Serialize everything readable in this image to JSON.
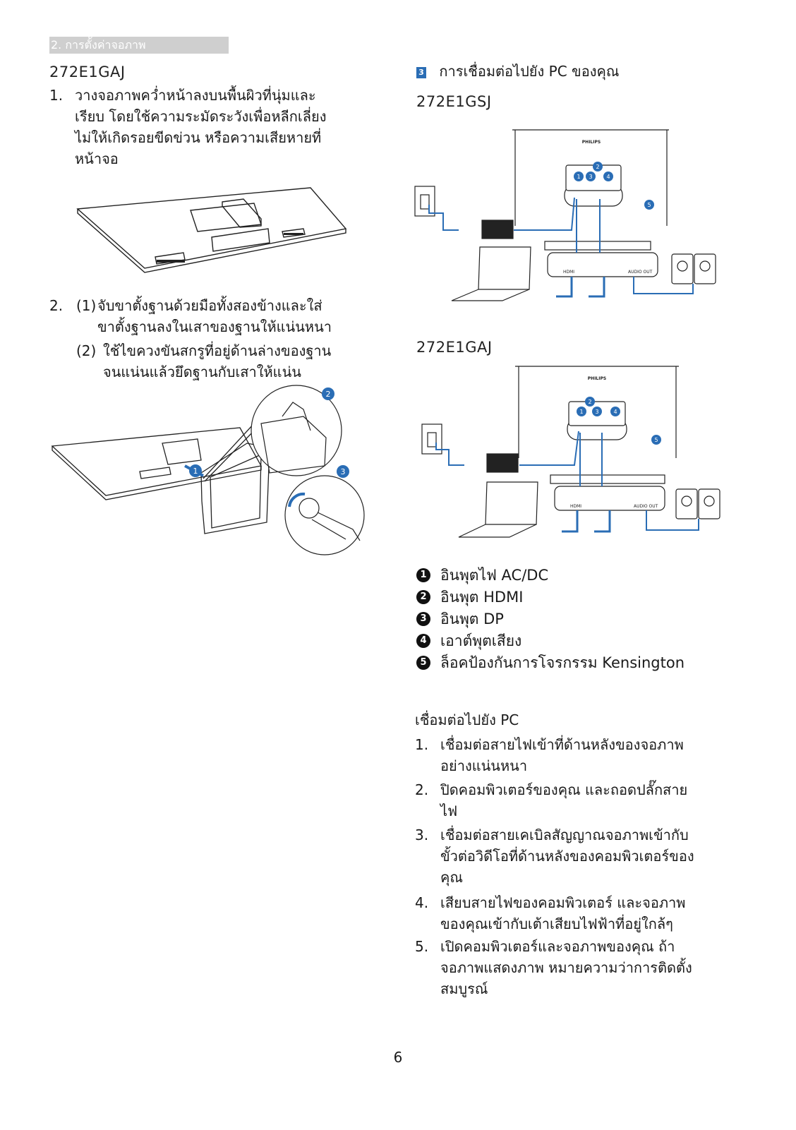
{
  "section_tab": "2. การตั้งค่าจอภาพ",
  "left": {
    "model": "272E1GAJ",
    "step1": {
      "num": "1.",
      "lines": [
        "วางจอภาพคว่ำหน้าลงบนพื้นผิวที่นุ่มและ",
        "เรียบ โดยใช้ความระมัดระวังเพื่อหลีกเลี่ยง",
        "ไม่ให้เกิดรอยขีดข่วน หรือความเสียหายที่",
        "หน้าจอ"
      ]
    },
    "step2": {
      "num": "2.",
      "sub1_num": "(1)",
      "sub1_lines": [
        "จับขาตั้งฐานด้วยมือทั้งสองข้างและใส่",
        "ขาตั้งฐานลงในเสาของฐานให้แน่นหนา"
      ],
      "sub2_num": "(2)",
      "sub2_lines": [
        "ใช้ไขควงขันสกรูที่อยู่ด้านล่างของฐาน",
        "จนแน่นแล้วยึดฐานกับเสาให้แน่น"
      ]
    },
    "callouts": [
      "1",
      "2",
      "3"
    ]
  },
  "right": {
    "section_badge": "3",
    "section_title": "การเชื่อมต่อไปยัง PC ของคุณ",
    "model_a": "272E1GSJ",
    "model_b": "272E1GAJ",
    "diagram_labels": {
      "brand": "PHILIPS",
      "hdmi": "HDMI",
      "audio_out": "AUDIO OUT",
      "port_numbers": [
        "1",
        "2",
        "3",
        "4",
        "5"
      ]
    },
    "legend": [
      {
        "n": "1",
        "text": "อินพุตไฟ AC/DC"
      },
      {
        "n": "2",
        "text": "อินพุต HDMI"
      },
      {
        "n": "3",
        "text": "อินพุต DP"
      },
      {
        "n": "4",
        "text": "เอาต์พุตเสียง"
      },
      {
        "n": "5",
        "text": "ล็อคป้องกันการโจรกรรม Kensington"
      }
    ],
    "connect_title": "เชื่อมต่อไปยัง PC",
    "steps": [
      {
        "n": "1.",
        "lines": [
          "เชื่อมต่อสายไฟเข้าที่ด้านหลังของจอภาพ",
          "อย่างแน่นหนา"
        ]
      },
      {
        "n": "2.",
        "lines": [
          "ปิดคอมพิวเตอร์ของคุณ และถอดปลั๊กสาย",
          "ไฟ"
        ]
      },
      {
        "n": "3.",
        "lines": [
          "เชื่อมต่อสายเคเบิลสัญญาณจอภาพเข้ากับ",
          "ขั้วต่อวิดีโอที่ด้านหลังของคอมพิวเตอร์ของ",
          "คุณ"
        ]
      },
      {
        "n": "4.",
        "lines": [
          "เสียบสายไฟของคอมพิวเตอร์ และจอภาพ",
          "ของคุณเข้ากับเต้าเสียบไฟฟ้าที่อยู่ใกล้ๆ"
        ]
      },
      {
        "n": "5.",
        "lines": [
          "เปิดคอมพิวเตอร์และจอภาพของคุณ ถ้า",
          "จอภาพแสดงภาพ หมายความว่าการติดตั้ง",
          "สมบูรณ์"
        ]
      }
    ]
  },
  "page_number": "6",
  "colors": {
    "accent": "#2a6db5",
    "tab_bg": "#cfcfcf"
  }
}
